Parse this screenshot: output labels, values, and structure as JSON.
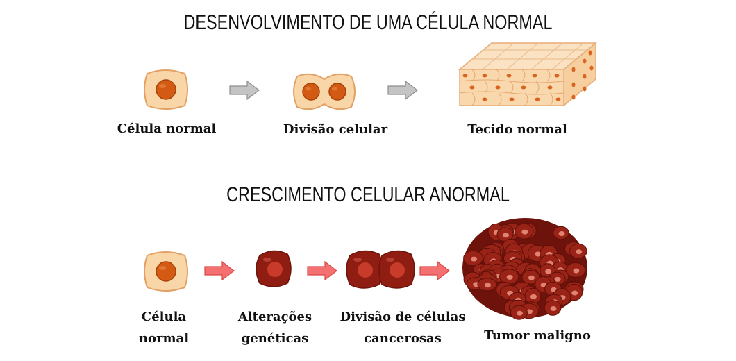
{
  "section_normal": {
    "title": "DESENVOLVIMENTO DE UMA CÉLULA NORMAL",
    "steps": [
      {
        "label": "Célula normal"
      },
      {
        "label": "Divisão celular"
      },
      {
        "label": "Tecido normal"
      }
    ]
  },
  "section_abnormal": {
    "title": "CRESCIMENTO CELULAR ANORMAL",
    "steps": [
      {
        "line1": "Célula",
        "line2": "normal"
      },
      {
        "line1": "Alterações",
        "line2": "genéticas"
      },
      {
        "line1": "Divisão de células",
        "line2": "cancerosas"
      },
      {
        "label": "Tumor maligno"
      }
    ]
  },
  "colors": {
    "normal_cell_fill": "#f9d6a8",
    "normal_cell_border": "#e2a063",
    "nucleus": "#d35a13",
    "cancer_cell": "#8f1d12",
    "arrow_grey": "#b9b9b9",
    "arrow_pink": "#f46a6a"
  }
}
